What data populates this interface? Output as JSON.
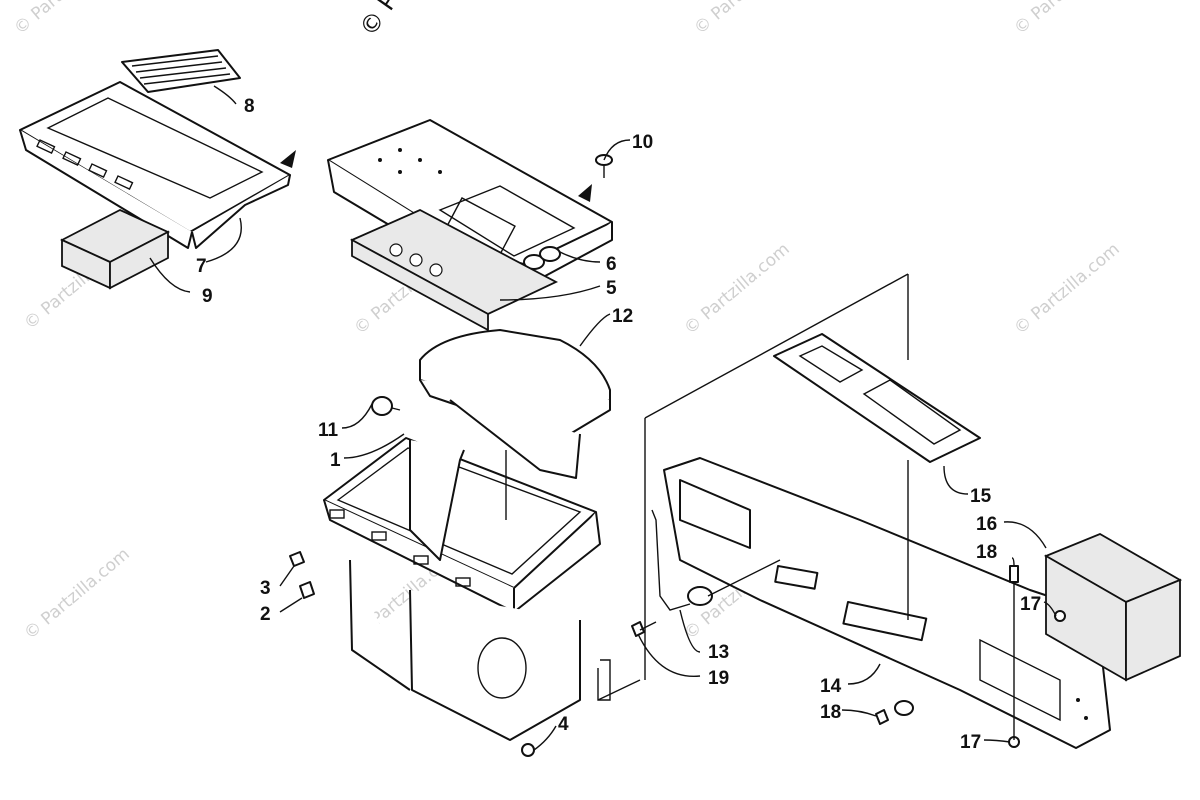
{
  "watermark": {
    "text": "© Partzilla.com",
    "top_text": "© Pa"
  },
  "callouts": {
    "n1": "1",
    "n2": "2",
    "n3": "3",
    "n4": "4",
    "n5": "5",
    "n6": "6",
    "n7": "7",
    "n8": "8",
    "n9": "9",
    "n10": "10",
    "n11": "11",
    "n12": "12",
    "n13": "13",
    "n14": "14",
    "n15": "15",
    "n16": "16",
    "n17a": "17",
    "n17b": "17",
    "n18a": "18",
    "n18b": "18",
    "n19": "19"
  },
  "colors": {
    "line": "#111111",
    "foam": "#e9e9e9",
    "watermark": "#cfcfcf"
  }
}
